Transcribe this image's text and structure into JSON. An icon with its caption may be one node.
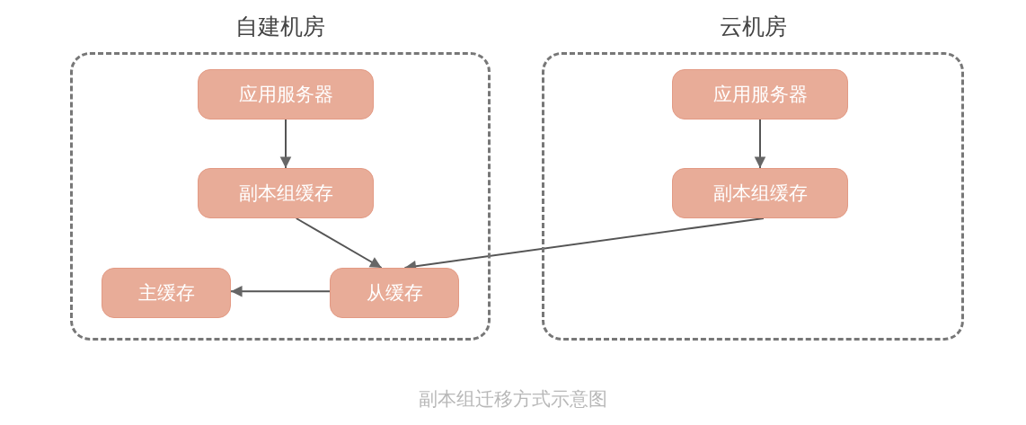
{
  "diagram": {
    "caption": "副本组迁移方式示意图",
    "nodes": [
      {
        "text": [
          "自建机房"
        ]
      },
      {
        "text": [
          "应用服务器"
        ],
        "in": 0
      },
      {
        "text": [
          "副本组缓存"
        ],
        "in": 0
      },
      {
        "text": [
          "主缓存"
        ],
        "in": 0
      },
      {
        "text": [
          "从缓存"
        ],
        "in": 0
      },
      {
        "text": [
          "云机房"
        ]
      },
      {
        "text": [
          "应用服务器"
        ],
        "in": 5
      },
      {
        "text": [
          "副本组缓存"
        ],
        "in": 5
      }
    ],
    "edges": [
      {
        "from": 1,
        "to": 2,
        "arrow": "to"
      },
      {
        "from": 2,
        "to": 4,
        "arrow": "to"
      },
      {
        "from": 7,
        "to": 4,
        "arrow": "to"
      },
      {
        "from": 4,
        "to": 3,
        "arrow": "to"
      },
      {
        "from": 6,
        "to": 7,
        "arrow": "to"
      }
    ]
  }
}
